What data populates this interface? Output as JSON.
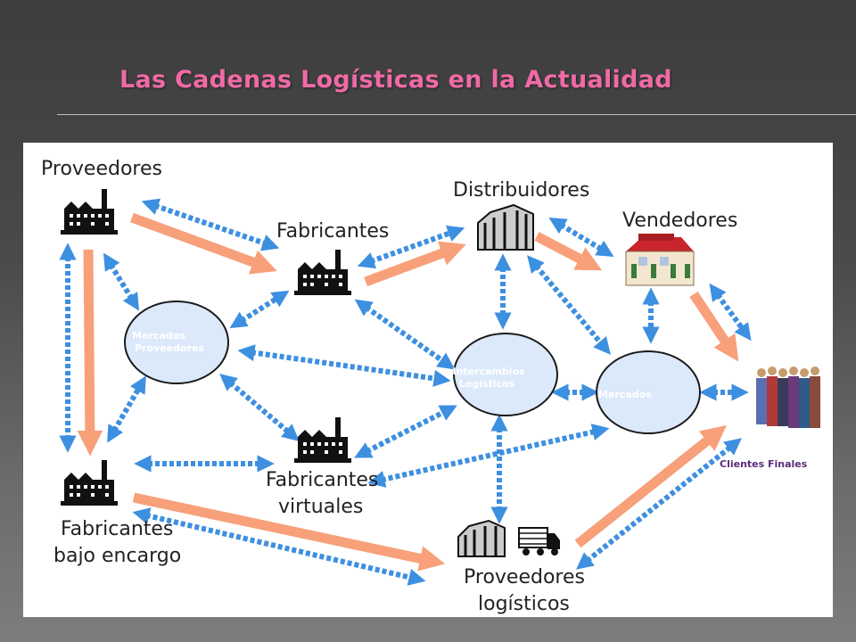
{
  "title": "Las Cadenas Logísticas en la Actualidad",
  "nodes": {
    "proveedores": "Proveedores",
    "fabricantes": "Fabricantes",
    "distribuidores": "Distribuidores",
    "vendedores": "Vendedores",
    "mercados_proveedores_1": "Mercados",
    "mercados_proveedores_2": "Proveedores",
    "intercambios_1": "Intercambios",
    "intercambios_2": "Logísticos",
    "mercados": "Mercados",
    "clientes_finales": "Clientes Finales",
    "fabricantes_virtuales_1": "Fabricantes",
    "fabricantes_virtuales_2": "virtuales",
    "fabricantes_encargo_1": "Fabricantes",
    "fabricantes_encargo_2": "bajo encargo",
    "proveedores_logisticos_1": "Proveedores",
    "proveedores_logisticos_2": "logísticos"
  },
  "colors": {
    "title": "#f06aa6",
    "solid_arrow": "#f7a07a",
    "dotted_arrow": "#3d8fe0",
    "ellipse_fill": "#dbe9fb",
    "ellipse_stroke": "#1a1a1a"
  },
  "icons": [
    "factory-icon",
    "warehouse-icon",
    "store-icon",
    "people-icon",
    "truck-icon"
  ]
}
